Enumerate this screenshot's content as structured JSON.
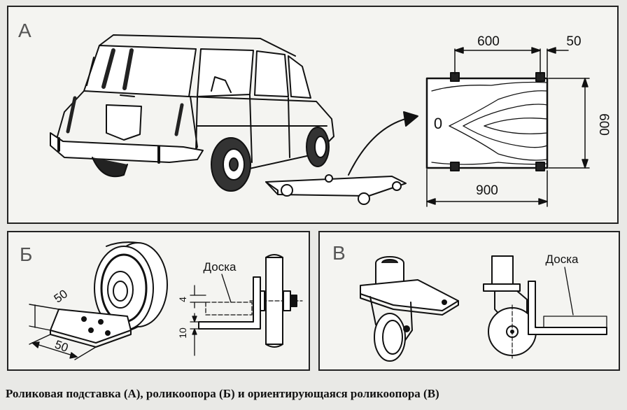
{
  "panel_a": {
    "letter": "А",
    "dim_width_top": "600",
    "dim_offset": "50",
    "dim_height_side": "600",
    "dim_length_bottom": "900",
    "board_mark": "0"
  },
  "panel_b": {
    "letter": "Б",
    "dim_50_upper": "50",
    "dim_50_lower": "50",
    "board_label": "Доска",
    "dim_4": "4",
    "dim_10": "10"
  },
  "panel_v": {
    "letter": "В",
    "board_label": "Доска"
  },
  "caption": "Роликовая подставка (А), роликоопора (Б) и ориентирующаяся роликоопора (В)"
}
